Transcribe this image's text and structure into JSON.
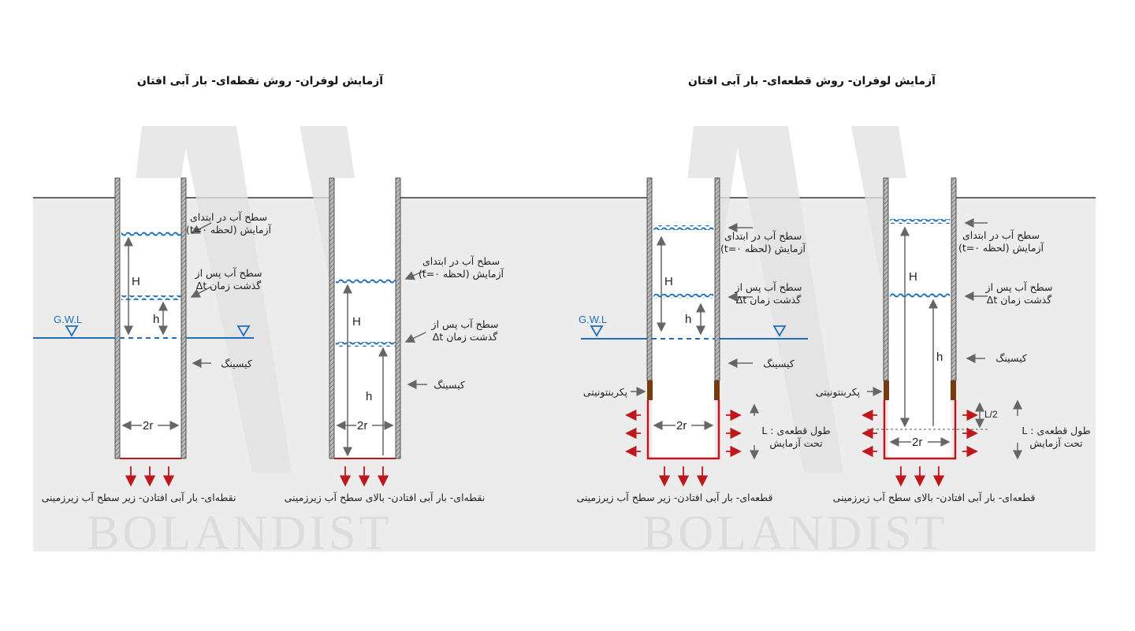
{
  "titles": {
    "point_method": "آزمایش لوفران- روش نقطه‌ای- بار آبی افتان",
    "segment_method": "آزمایش لوفران- روش قطعه‌ای- بار آبی افتان"
  },
  "labels": {
    "water_start_1": "سطح آب در ابتدای",
    "water_start_2": "آزمایش (لحظه t=۰)",
    "water_after_1": "سطح آب پس از",
    "water_after_2": "گذشت زمان Δt",
    "casing": "کیسینگ",
    "packer": "پکربنتونیتی",
    "segment_len_1": "طول قطعه‌ی : L",
    "segment_len_2": "تحت آزمایش",
    "gwl": "G.W.L",
    "H": "H",
    "h": "h",
    "diameter": "2r",
    "half_L": "L/2"
  },
  "captions": {
    "point_below": "نقطه‌ای- بار آبی افتادن- زیر سطح آب زیرزمینی",
    "point_above": "نقطه‌ای- بار آبی افتادن- بالای سطح آب زیرزمینی",
    "segment_below": "قطعه‌ای- بار آبی افتادن- زیر سطح آب زیرزمینی",
    "segment_above": "قطعه‌ای- بار آبی افتادن- بالای سطح آب زیرزمینی"
  },
  "watermark": "BOLANDIST",
  "colors": {
    "water": "#1f6fb8",
    "flow": "#c0161d",
    "bentonite": "#7a3a0f",
    "ground": "#ececec"
  }
}
